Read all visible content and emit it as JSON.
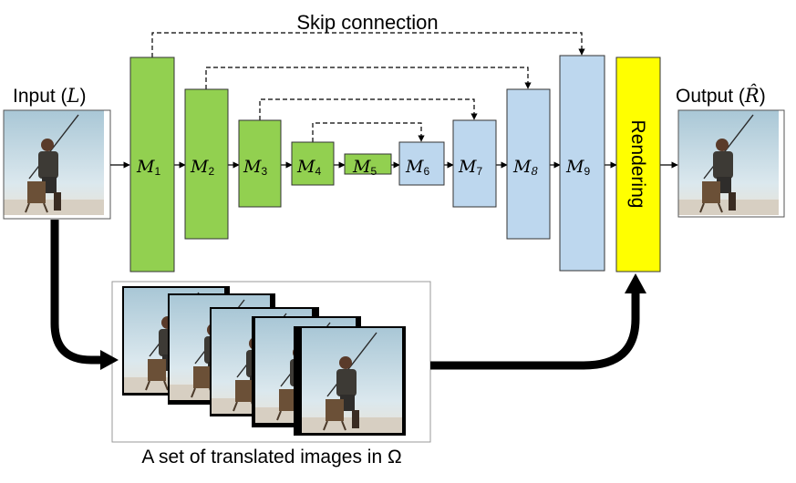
{
  "title": "Skip connection",
  "input": {
    "label": "Input (L)",
    "text": "Input (",
    "symbol": "L",
    "close": ")"
  },
  "output": {
    "label": "Output (R̂)",
    "text": "Output (",
    "symbol": "R̂",
    "close": ")"
  },
  "modules": [
    {
      "name": "M",
      "sub": "1",
      "kind": "encoder"
    },
    {
      "name": "M",
      "sub": "2",
      "kind": "encoder"
    },
    {
      "name": "M",
      "sub": "3",
      "kind": "encoder"
    },
    {
      "name": "M",
      "sub": "4",
      "kind": "encoder"
    },
    {
      "name": "M",
      "sub": "5",
      "kind": "encoder"
    },
    {
      "name": "M",
      "sub": "6",
      "kind": "decoder"
    },
    {
      "name": "M",
      "sub": "7",
      "kind": "decoder"
    },
    {
      "name": "M",
      "sub": "8",
      "kind": "decoder"
    },
    {
      "name": "M",
      "sub": "9",
      "kind": "decoder"
    }
  ],
  "rendering": "Rendering",
  "caption": "A set of translated images in Ω",
  "colors": {
    "encoder": "#92d050",
    "decoder": "#bdd7ee",
    "rendering": "#ffff00",
    "sky": "#c9dde6",
    "stroke": "#333333"
  },
  "icons": [
    "photo-fisherman-icon",
    "dashed-skip-arrow-icon",
    "thick-flow-arrow-icon"
  ]
}
